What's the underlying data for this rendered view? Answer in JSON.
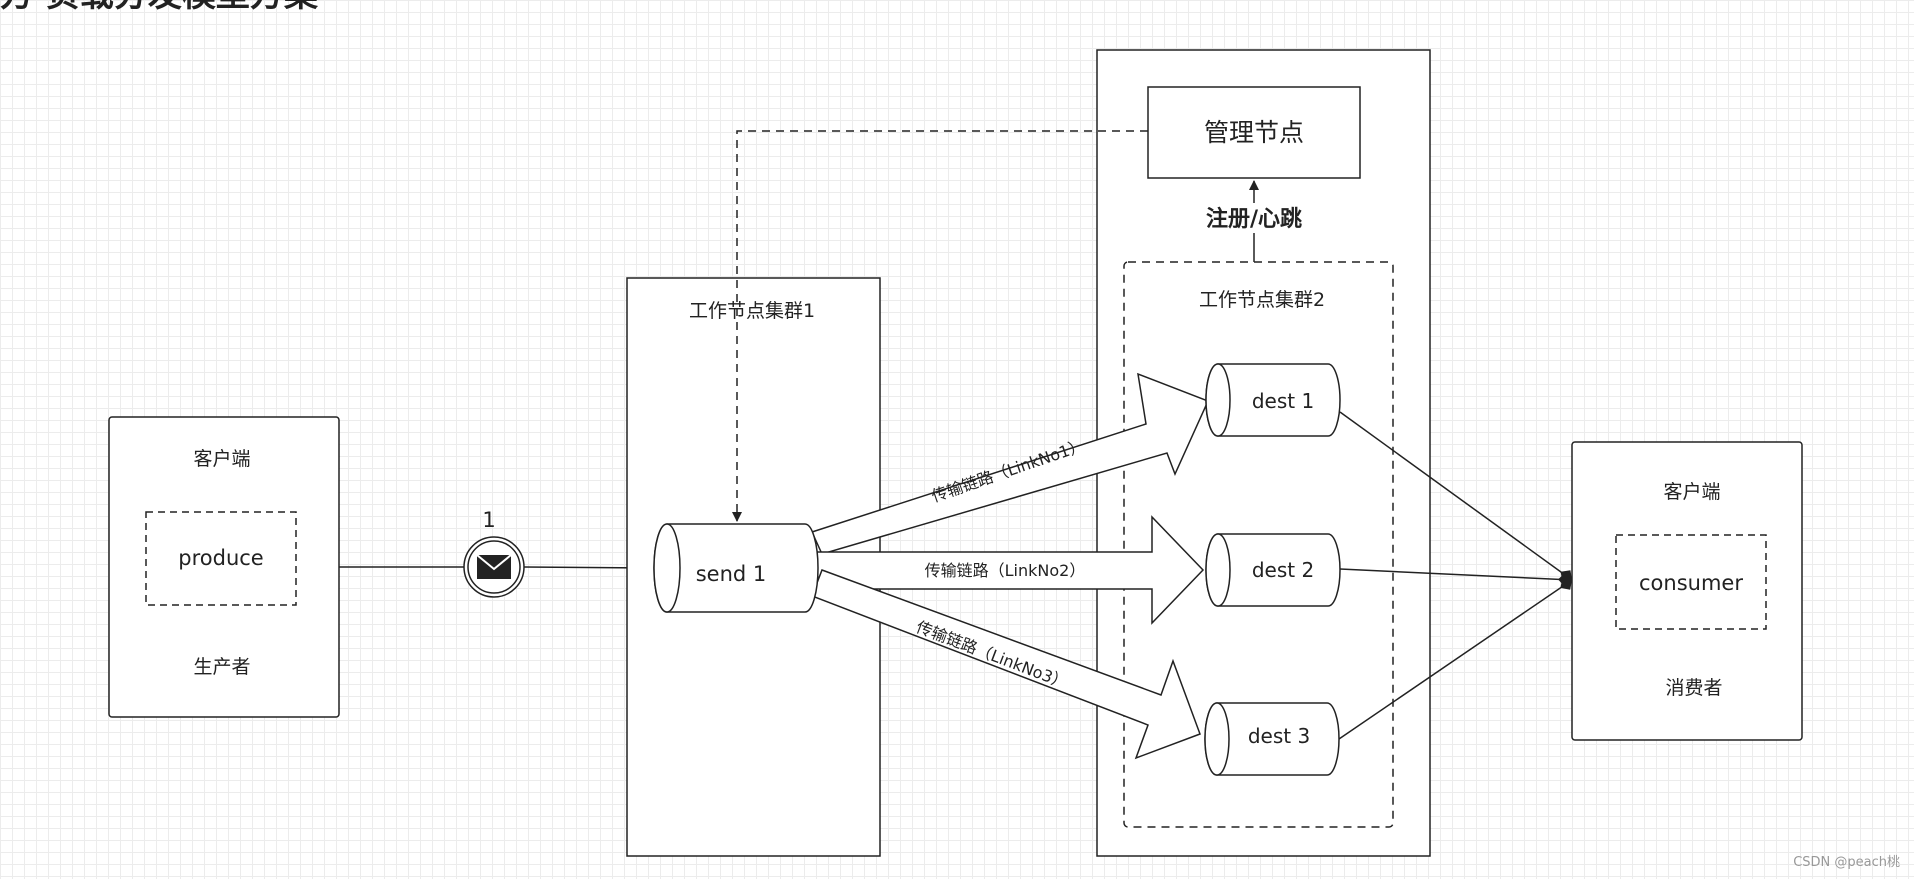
{
  "diagram": {
    "heading_fragment": "方  负载分发模型方案",
    "producer_box": {
      "title": "客户端",
      "inner": "produce",
      "footer": "生产者"
    },
    "message": {
      "label": "1",
      "icon": "envelope-icon"
    },
    "cluster1": {
      "title": "工作节点集群1",
      "node": "send 1"
    },
    "manager": {
      "label": "管理节点",
      "link_label": "注册/心跳"
    },
    "cluster2": {
      "title": "工作节点集群2",
      "nodes": [
        "dest 1",
        "dest 2",
        "dest 3"
      ]
    },
    "links": [
      "传输链路（LinkNo1）",
      "传输链路（LinkNo2）",
      "传输链路（LinkNo3）"
    ],
    "consumer_box": {
      "title": "客户端",
      "inner": "consumer",
      "footer": "消费者"
    },
    "watermark": "CSDN @peach桃",
    "colors": {
      "stroke": "#222222",
      "grid": "#ececec",
      "background": "#ffffff"
    }
  }
}
